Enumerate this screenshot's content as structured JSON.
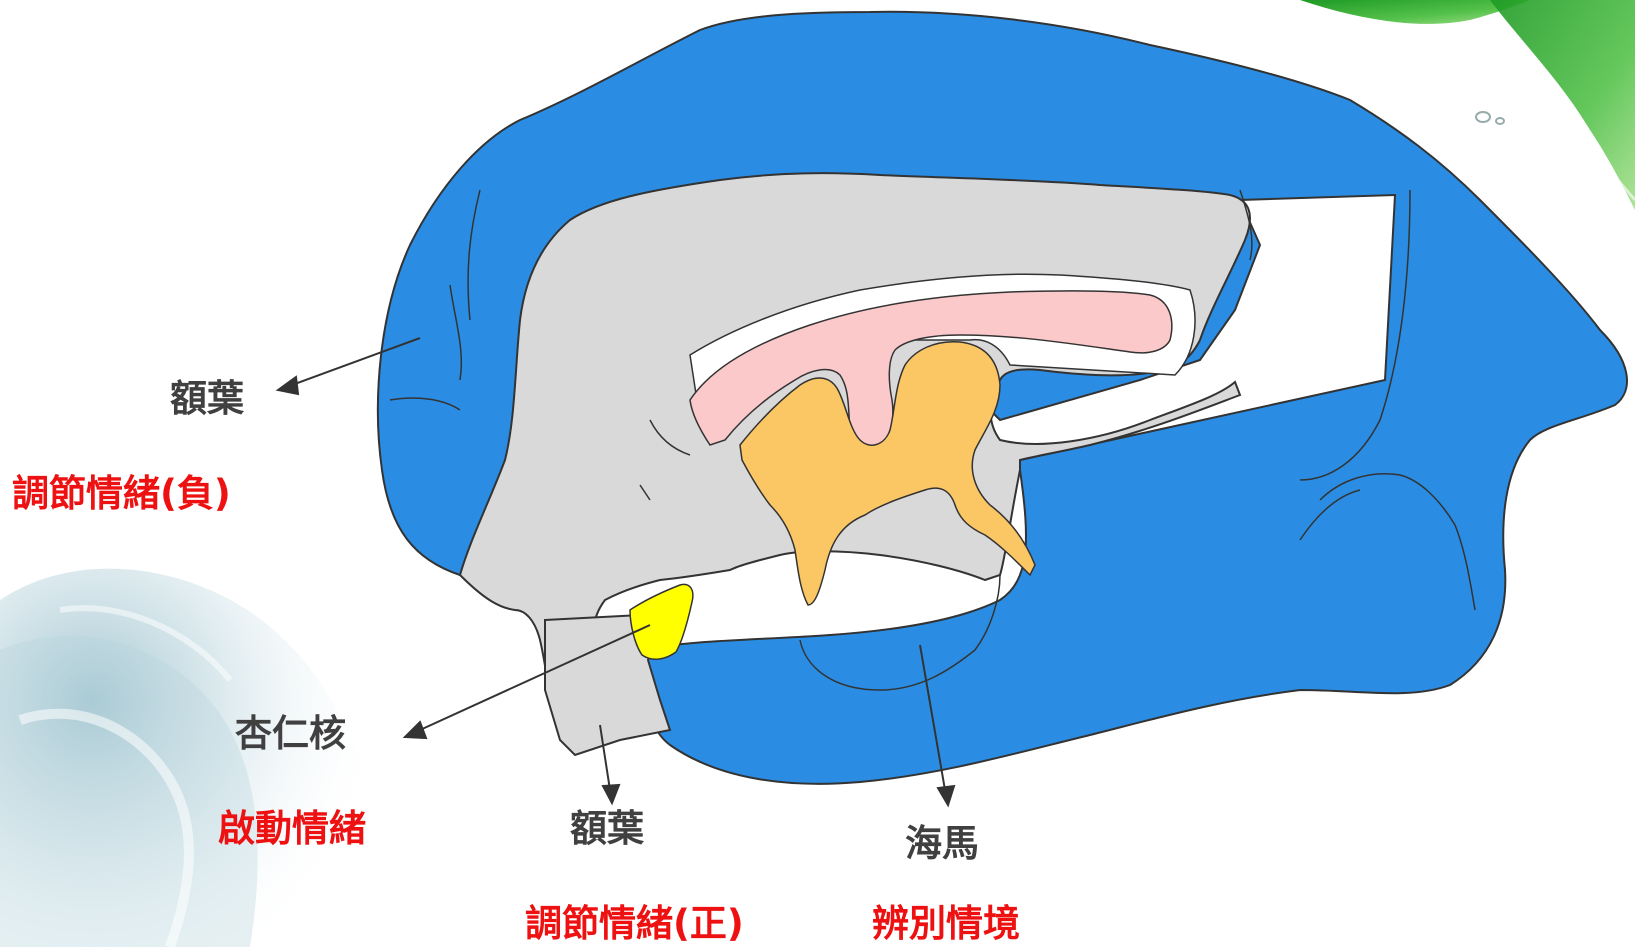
{
  "labels": {
    "frontal_top": "額葉",
    "frontal_top_role": "調節情緒(負)",
    "amygdala": "杏仁核",
    "amygdala_role": "啟動情緒",
    "frontal_bottom": "額葉",
    "frontal_bottom_role": "調節情緒(正)",
    "hippocampus": "海馬",
    "hippocampus_role": "辨別情境"
  },
  "colors": {
    "cortex_blue": "#2a8de3",
    "inner_gray": "#d9d9d9",
    "corpus_callosum_pink": "#fcc9cb",
    "thalamus_orange": "#fbc765",
    "amygdala_yellow": "#ffff00",
    "label_gray": "#404040",
    "label_red": "#ee1111"
  }
}
